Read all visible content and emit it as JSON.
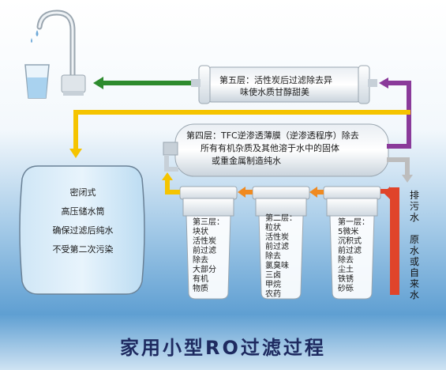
{
  "title": "家用小型RO过滤过程",
  "stage5": {
    "line1": "第五层：活性炭后过滤除去异",
    "line2": "味使水质甘醇甜美"
  },
  "stage4": {
    "line1": "第四层：TFC逆渗透薄膜（逆渗透程序）除去",
    "line2": "所有有机杂质及其他溶于水中的固体",
    "line3": "或重金属制造纯水"
  },
  "stage3": {
    "lines": [
      "第三层：",
      "块状",
      "活性炭",
      "前过滤",
      "除去",
      "大部分",
      "有机",
      "物质"
    ]
  },
  "stage2": {
    "lines": [
      "第二层：",
      "粒状",
      "活性炭",
      "前过滤",
      "除去",
      "氯臭味",
      "三卤",
      "甲烷",
      "农药"
    ]
  },
  "stage1": {
    "lines": [
      "第一层：",
      "5微米",
      "沉积式",
      "前过滤",
      "除去",
      "尘土",
      "铁锈",
      "砂砾"
    ]
  },
  "tank": {
    "lines": [
      "密闭式",
      "高压储水筒",
      "确保过滤后纯水",
      "不受第二次污染"
    ]
  },
  "drain_label": "排污水",
  "source_label": "原水或自来水",
  "colors": {
    "yellow": "#f5c400",
    "green": "#2e8b2e",
    "purple": "#8a3a9a",
    "orange": "#f08a20",
    "red": "#e0442a",
    "gray": "#bdbdbd",
    "title": "#1e2a60"
  }
}
